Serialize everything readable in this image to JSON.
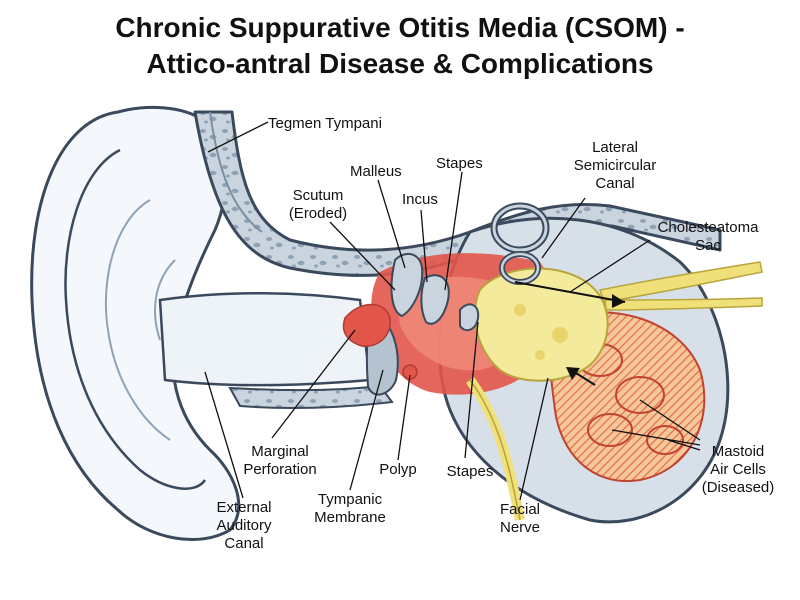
{
  "title": {
    "line1": "Chronic Suppurative Otitis Media (CSOM) -",
    "line2": "Attico-antral Disease & Complications"
  },
  "labels": {
    "tegmen": "Tegmen Tympani",
    "malleus": "Malleus",
    "stapes_top": "Stapes",
    "lateral_1": "Lateral",
    "lateral_2": "Semicircular",
    "lateral_3": "Canal",
    "scutum_1": "Scutum",
    "scutum_2": "(Eroded)",
    "incus": "Incus",
    "chole_1": "Cholesteatoma",
    "chole_2": "Sac",
    "marginal_1": "Marginal",
    "marginal_2": "Perforation",
    "polyp": "Polyp",
    "stapes_bottom": "Stapes",
    "mastoid_1": "Mastoid",
    "mastoid_2": "Air Cells",
    "mastoid_3": "(Diseased)",
    "eac_1": "External",
    "eac_2": "Auditory",
    "eac_3": "Canal",
    "tm_1": "Tympanic",
    "tm_2": "Membrane",
    "facial_1": "Facial",
    "facial_2": "Nerve"
  },
  "colors": {
    "bone": "#c9d4df",
    "bone_dark": "#8fa2b5",
    "canal": "#eef3f8",
    "outline": "#3a4a5c",
    "inflammation": "#e2554a",
    "cholesteatoma": "#f3ea9b",
    "nerve": "#f0e07a",
    "mastoid_fill": "#f2b27a"
  }
}
